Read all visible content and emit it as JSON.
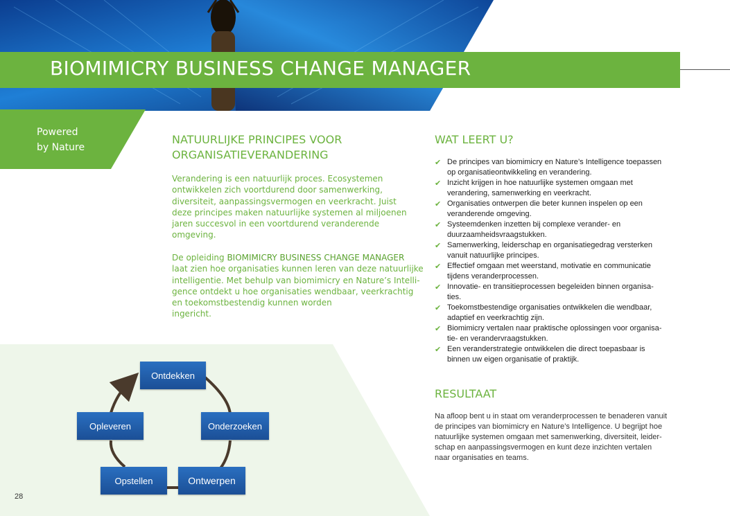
{
  "header": {
    "title": "BIOMIMICRY BUSINESS CHANGE MANAGER"
  },
  "tagline": {
    "line1": "Powered",
    "line2": "by Nature"
  },
  "intro": {
    "heading_line1": "NATUURLIJKE PRINCIPES VOOR",
    "heading_line2": "ORGANISATIEVERANDERING",
    "paragraph1_lines": [
      "Verandering is een natuurlijk proces. Ecosystemen",
      "ontwikkelen zich voortdurend door samenwerking,",
      "diversiteit, aanpassingsvermogen en veerkracht. Juist",
      "deze principes maken natuurlijke systemen al miljoenen",
      "jaren succesvol in een voortdurend veranderende",
      "omgeving."
    ],
    "paragraph2_prefix": "De opleiding ",
    "paragraph2_highlight": "BIOMIMICRY BUSINESS CHANGE MANAGER",
    "paragraph2_lines": [
      "laat zien hoe organisaties kunnen leren van deze natuurlijke",
      "intelligentie. Met behulp van biomimicry en Nature’s Intelli-",
      "gence ontdekt u hoe organisaties wendbaar, veerkrachtig",
      "en toekomstbestendig kunnen worden",
      "ingericht."
    ]
  },
  "learn": {
    "heading": "WAT LEERT U?",
    "items": [
      [
        "De principes van biomimicry en Nature’s Intelligence toepassen",
        "op organisatieontwikkeling en verandering."
      ],
      [
        "Inzicht krijgen in hoe natuurlijke systemen omgaan met",
        "verandering, samenwerking en veerkracht."
      ],
      [
        "Organisaties ontwerpen die beter kunnen inspelen op een",
        "veranderende omgeving."
      ],
      [
        "Systeemdenken inzetten bij complexe verander- en",
        "duurzaamheidsvraagstukken."
      ],
      [
        "Samenwerking, leiderschap en organisatiegedrag versterken",
        "vanuit natuurlijke principes."
      ],
      [
        "Effectief omgaan met weerstand, motivatie en communicatie",
        "tijdens veranderprocessen."
      ],
      [
        "Innovatie- en transitieprocessen begeleiden binnen organisa-",
        "ties."
      ],
      [
        "Toekomstbestendige organisaties ontwikkelen die wendbaar,",
        "adaptief en veerkrachtig zijn."
      ],
      [
        "Biomimicry vertalen naar praktische oplossingen voor organisa-",
        "tie- en verandervraagstukken."
      ],
      [
        "Een veranderstrategie ontwikkelen die direct toepasbaar is",
        "binnen uw eigen organisatie of praktijk."
      ]
    ]
  },
  "result": {
    "heading": "RESULTAAT",
    "lines": [
      "Na afloop bent u in staat om veranderprocessen te benaderen vanuit",
      "de principes van biomimicry en Nature’s Intelligence. U begrijpt hoe",
      "natuurlijke systemen omgaan met samenwerking, diversiteit, leider-",
      "schap en aanpassingsvermogen en kunt deze inzichten vertalen",
      "naar organisaties en teams."
    ]
  },
  "cycle": {
    "steps": [
      "Ontdekken",
      "Onderzoeken",
      "Ontwerpen",
      "Opstellen",
      "Opleveren"
    ]
  },
  "footer": {
    "page_number": "28"
  },
  "colors": {
    "brand_green": "#6cb33f",
    "cycle_blue": "#1f5aa8",
    "pale_green": "#eef6ea"
  },
  "icons": {
    "check": "check-icon",
    "hero": "butterfly-image"
  }
}
